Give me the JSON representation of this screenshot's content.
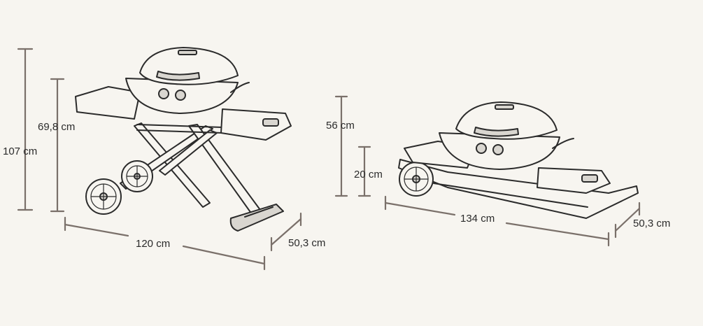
{
  "colors": {
    "background": "#f7f5f0",
    "ink": "#2b2b2b",
    "dimension_line": "#7a706a"
  },
  "standing_grill": {
    "total_height": "107 cm",
    "table_height": "69,8 cm",
    "width": "120 cm",
    "depth": "50,3 cm"
  },
  "folded_grill": {
    "lid_height": "56 cm",
    "table_height": "20 cm",
    "length": "134 cm",
    "depth": "50,3 cm"
  }
}
